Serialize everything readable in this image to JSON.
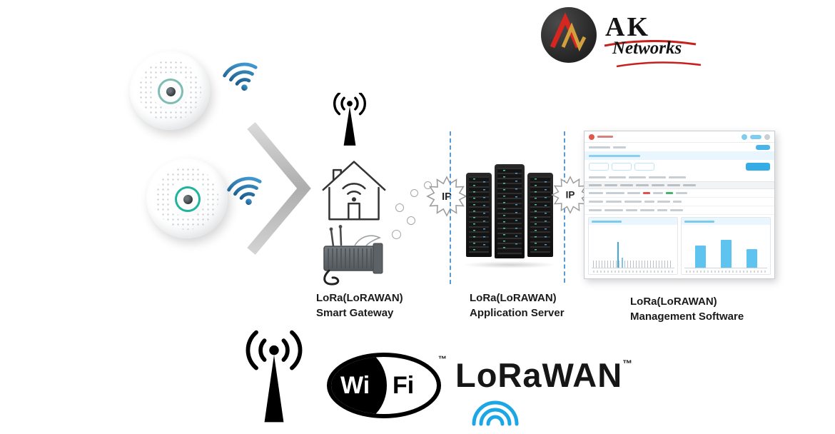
{
  "logo": {
    "brand": "AK",
    "name": "Networks"
  },
  "sections": {
    "gateway": {
      "line1": "LoRa(LoRAWAN)",
      "line2": "Smart Gateway"
    },
    "server": {
      "line1": "LoRa(LoRAWAN)",
      "line2": "Application Server"
    },
    "software": {
      "line1": "LoRa(LoRAWAN)",
      "line2": "Management Software"
    }
  },
  "connectors": {
    "ip_left": "IP",
    "ip_right": "IP"
  },
  "footer": {
    "wifi_wi": "Wi",
    "wifi_fi": "Fi",
    "wifi_tm": "™",
    "lorawan": "LoRaWAN",
    "lorawan_tm": "™"
  },
  "colors": {
    "wifi_signal_blue": "#2f7fbe",
    "sensor_ring_teal": "#1fb3a0",
    "dashed_line_blue": "#5b9bd5",
    "logo_red": "#c8201d",
    "logo_gold": "#d29f3d",
    "lorawan_arc_blue": "#1ba7e5",
    "dashboard_accent": "#36ace6"
  },
  "dashboard": {
    "right_chart_bars": [
      58,
      72,
      48
    ]
  }
}
